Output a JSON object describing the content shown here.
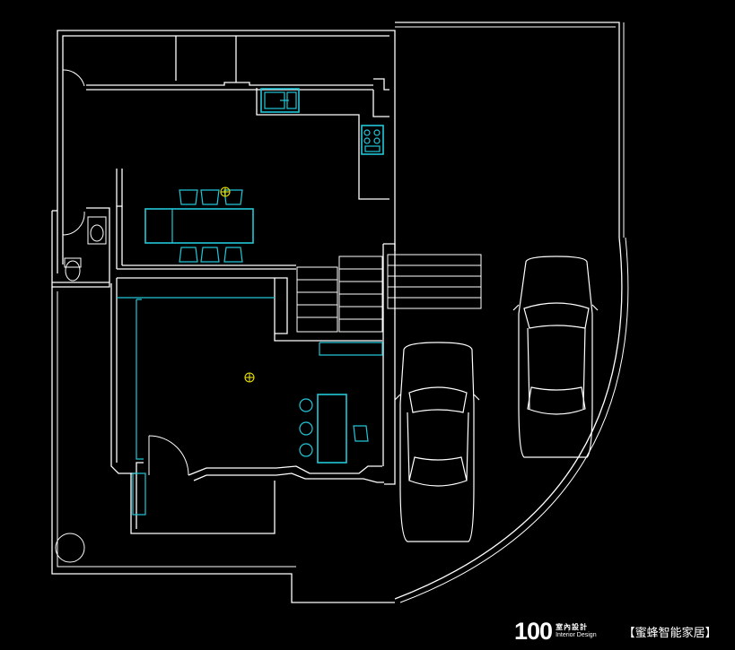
{
  "branding": {
    "logo_number": "100",
    "logo_chinese": "室內設計",
    "logo_english": "Interior Design",
    "partner": "【蜜蜂智能家居】"
  },
  "colors": {
    "background": "#000000",
    "walls": "#ffffff",
    "fixtures": "#22c7d8",
    "markers": "#e8e000"
  },
  "icons": [
    "sink-icon",
    "stove-icon",
    "toilet-icon",
    "washbasin-icon",
    "car-icon",
    "ceiling-light-icon",
    "door-swing-icon"
  ]
}
